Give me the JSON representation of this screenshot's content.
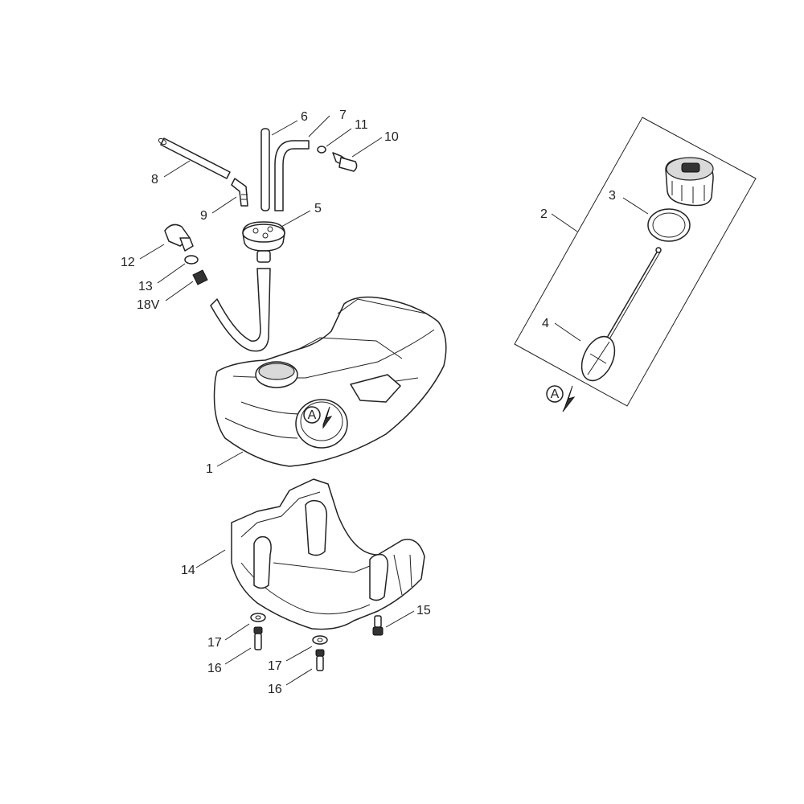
{
  "labels": {
    "p1": "1",
    "p2": "2",
    "p3": "3",
    "p4": "4",
    "p5": "5",
    "p6": "6",
    "p7": "7",
    "p8": "8",
    "p9": "9",
    "p10": "10",
    "p11": "11",
    "p12": "12",
    "p13": "13",
    "p14": "14",
    "p15": "15",
    "p16": "16",
    "p17": "17",
    "p18v": "18V"
  },
  "markers": {
    "a": "A"
  },
  "colors": {
    "line": "#222222",
    "background": "#ffffff"
  }
}
